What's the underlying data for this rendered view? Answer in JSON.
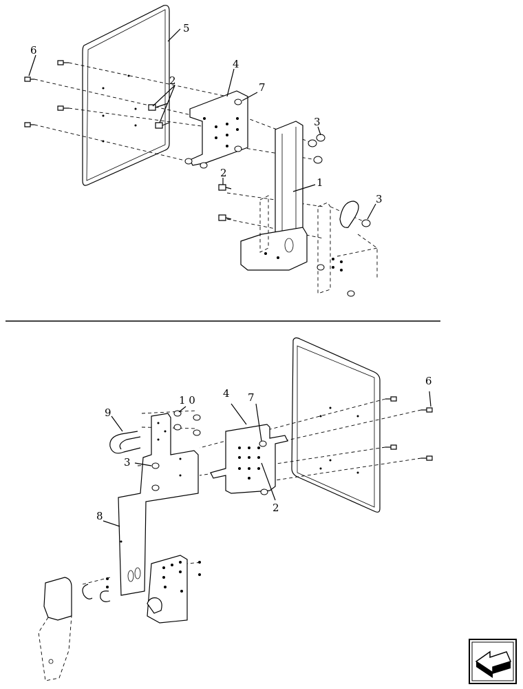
{
  "diagram": {
    "top_view": {
      "callouts": [
        "6",
        "5",
        "4",
        "7",
        "2",
        "3",
        "2",
        "1",
        "3"
      ]
    },
    "bottom_view": {
      "callouts": [
        "1 0",
        "9",
        "4",
        "7",
        "6",
        "3",
        "8",
        "2"
      ]
    },
    "nav_icon": "previous-page-arrow-icon"
  }
}
